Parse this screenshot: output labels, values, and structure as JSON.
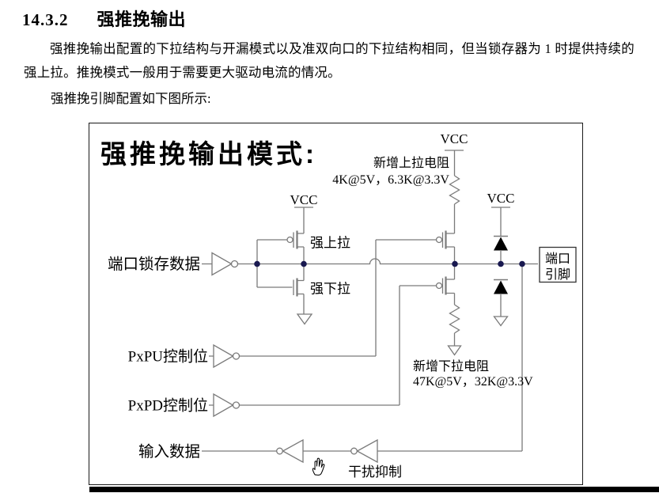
{
  "document": {
    "heading_number": "14.3.2",
    "heading_title": "强推挽输出",
    "paragraph": "强推挽输出配置的下拉结构与开漏模式以及准双向口的下拉结构相同，但当锁存器为 1 时提供持续的强上拉。推挽模式一般用于需要更大驱动电流的情况。",
    "caption": "强推挽引脚配置如下图所示:"
  },
  "figure": {
    "title": "强推挽输出模式:",
    "labels": {
      "vcc": "VCC",
      "port_latch_data": "端口锁存数据",
      "strong_pullup": "强上拉",
      "strong_pulldown": "强下拉",
      "new_pullup_resistor": "新增上拉电阻",
      "new_pullup_value": "4K@5V，6.3K@3.3V",
      "new_pulldown_resistor": "新增下拉电阻",
      "new_pulldown_value": "47K@5V，32K@3.3V",
      "pxpu_control": "PxPU控制位",
      "pxpd_control": "PxPD控制位",
      "input_data": "输入数据",
      "noise_suppression": "干扰抑制",
      "port_pin_line1": "端口",
      "port_pin_line2": "引脚"
    },
    "colors": {
      "wire": "#7a7a7a",
      "junction_dot": "#191950",
      "diode_fill": "#000000",
      "border": "#1a1a1a"
    }
  },
  "cursor": {
    "icon": "hand-cursor"
  }
}
